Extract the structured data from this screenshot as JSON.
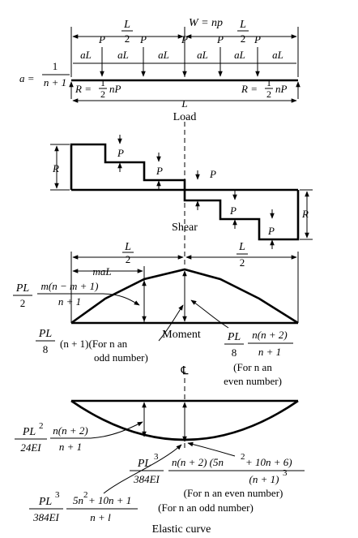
{
  "top": {
    "L": "L",
    "two": "2",
    "W_eq": "W = np",
    "P": "P",
    "aL": "aL",
    "a_eq": "a =",
    "one": "1",
    "n_plus_1": "n + 1",
    "R_eq": "R =",
    "half_den": "2",
    "nP": "nP",
    "Load": "Load"
  },
  "shear": {
    "R": "R",
    "P": "P",
    "Shear": "Shear"
  },
  "moment": {
    "L": "L",
    "two": "2",
    "maL": "maL",
    "PL": "PL",
    "m_expr": "m(n − m + 1)",
    "n_plus_1": "n + 1",
    "eight": "8",
    "odd_expr": "(n + 1)(For n an",
    "odd_number": "odd number)",
    "Moment": "Moment",
    "even_num": "n(n + 2)",
    "even_for": "(For n an",
    "even_number": "even number)",
    "centerline": "℄"
  },
  "elastic": {
    "PL2": "PL",
    "sq": "2",
    "24EI": "24EI",
    "n_n2": "n(n + 2)",
    "n_plus_1": "n + 1",
    "PL3": "PL",
    "cube": "3",
    "384EI": "384EI",
    "even_num": "n(n + 2) (5n",
    "even_num_tail": " + 10n + 6)",
    "even_den": "(n + 1)",
    "for_even": "(For n an even number)",
    "odd_num": "5n",
    "odd_num_tail": " + 10n + 1",
    "odd_den": "n + l",
    "for_odd": "(For n an odd number)",
    "Elastic_curve": "Elastic curve"
  }
}
